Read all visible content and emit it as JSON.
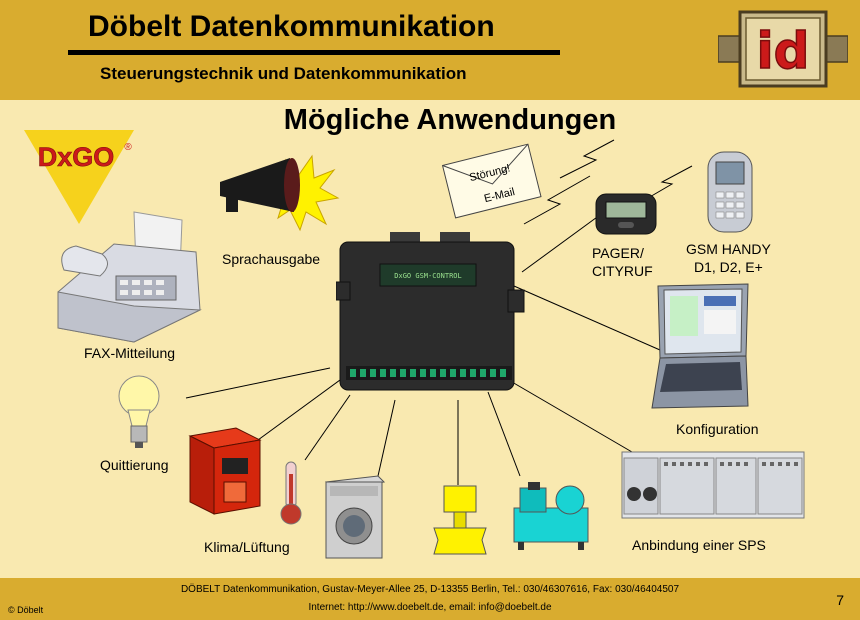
{
  "header": {
    "company": "Döbelt Datenkommunikation",
    "subtitle": "Steuerungstechnik und Datenkommunikation",
    "logo_text": "id"
  },
  "title": "Mögliche Anwendungen",
  "dxgo_logo": {
    "text": "DxGO",
    "mark": "®"
  },
  "device": {
    "display_text": "DxGO GSM-CONTROL"
  },
  "email_envelope": {
    "text1": "Störung!",
    "text2": "E-Mail"
  },
  "labels": {
    "sprachausgabe": "Sprachausgabe",
    "fax": "FAX-Mitteilung",
    "quittierung": "Quittierung",
    "klima": "Klima/Lüftung",
    "pager_line1": "PAGER/",
    "pager_line2": "CITYRUF",
    "gsm_line1": "GSM HANDY",
    "gsm_line2": "D1, D2, E+",
    "konfiguration": "Konfiguration",
    "sps": "Anbindung einer SPS"
  },
  "footer": {
    "address": "DÖBELT Datenkommunikation, Gustav-Meyer-Allee 25, D-13355 Berlin, Tel.: 030/46307616, Fax: 030/46404507",
    "internet": "Internet: http://www.doebelt.de, email: info@doebelt.de",
    "copyright": "© Döbelt",
    "page": "7"
  },
  "colors": {
    "background": "#f9e9b0",
    "header_footer": "#d9ac2f",
    "logo_red": "#cc1a1a",
    "logo_yellow": "#f6d21c"
  }
}
